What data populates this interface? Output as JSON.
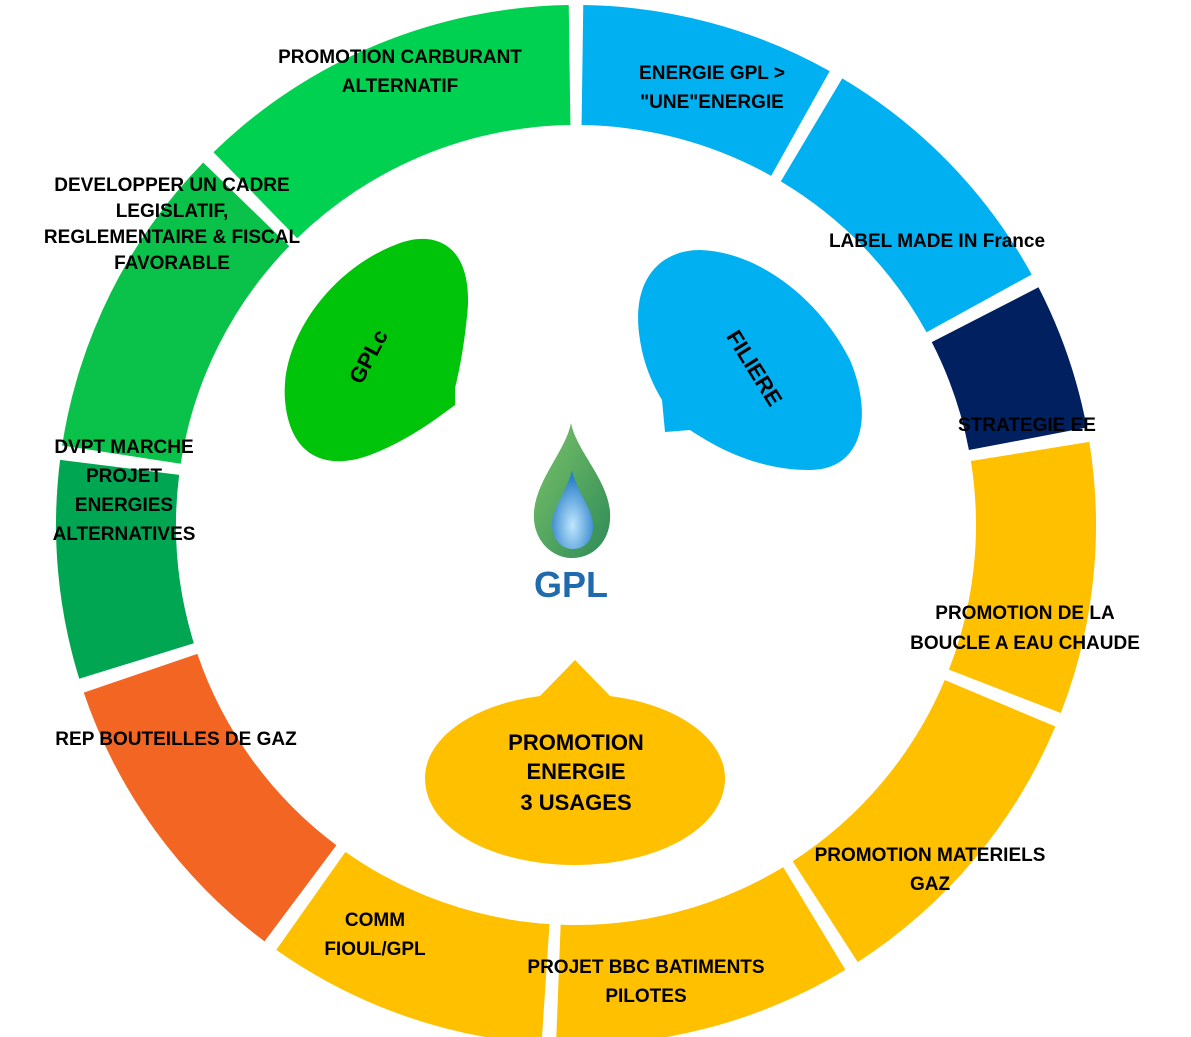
{
  "colors": {
    "green_light": "#00D150",
    "green_mid": "#0AC24A",
    "green_dark": "#00A651",
    "orange": "#F26522",
    "yellow": "#FFC000",
    "sky": "#00B0F0",
    "navy": "#002060",
    "grey_text": "#A6A6A6",
    "gpl_blue": "#1F6BAE"
  },
  "center": {
    "logo_text": "GPL",
    "logo_icon": "drop-icon"
  },
  "bubbles": {
    "gplc": "GPLc",
    "filiere": "FILIERE",
    "promo_line1": "PROMOTION",
    "promo_line2": "ENERGIE",
    "promo_line3": "3 USAGES"
  },
  "segments": {
    "carburant": [
      "PROMOTION CARBURANT",
      "ALTERNATIF"
    ],
    "energie_gpl": [
      "ENERGIE GPL >",
      "\"UNE\"ENERGIE"
    ],
    "label_made": [
      "LABEL MADE IN France"
    ],
    "strategie": [
      "STRATEGIE EE"
    ],
    "boucle": [
      "PROMOTION DE LA",
      "BOUCLE A EAU CHAUDE"
    ],
    "materiels": [
      "PROMOTION MATERIELS",
      "GAZ"
    ],
    "bbc": [
      "PROJET BBC BATIMENTS",
      "PILOTES"
    ],
    "comm": [
      "COMM",
      "FIOUL/GPL"
    ],
    "rep": [
      "REP BOUTEILLES DE GAZ"
    ],
    "dvpt": [
      "DVPT MARCHE",
      "PROJET",
      "ENERGIES",
      "ALTERNATIVES"
    ],
    "developper": [
      "DEVELOPPER UN CADRE",
      "LEGISLATIF,",
      "REGLEMENTAIRE & FISCAL",
      "FAVORABLE"
    ]
  }
}
